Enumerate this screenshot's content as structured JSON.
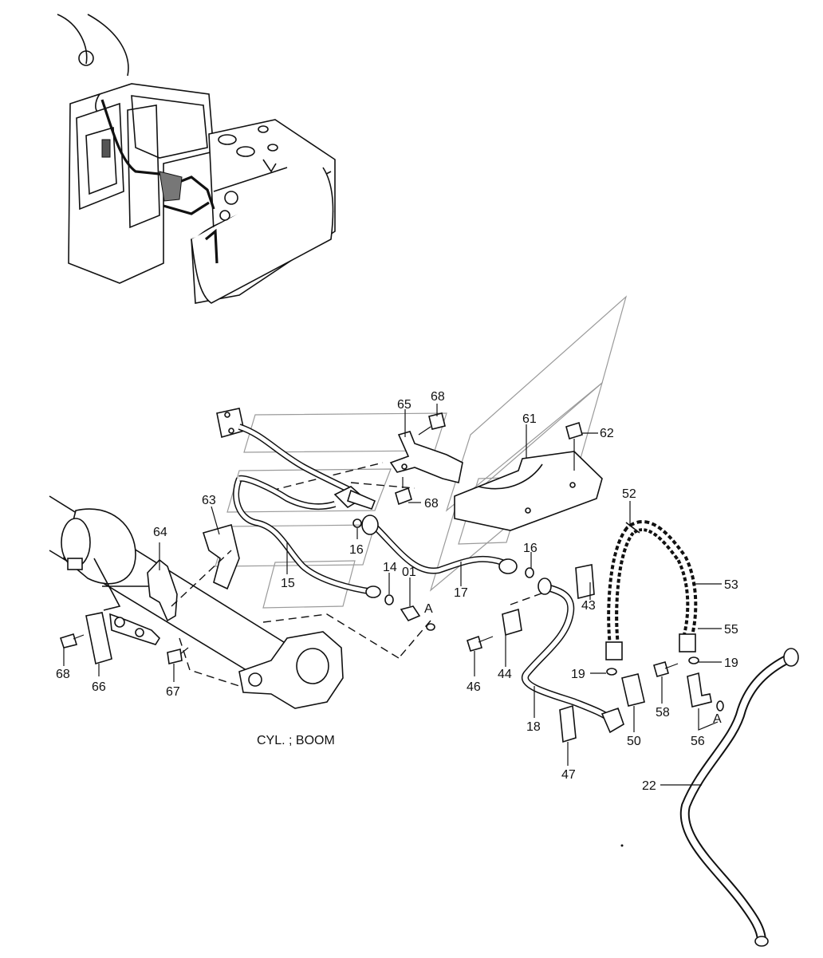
{
  "caption": "CYL. ; BOOM",
  "callouts": [
    {
      "id": "c68a",
      "text": "68"
    },
    {
      "id": "c65",
      "text": "65"
    },
    {
      "id": "c61",
      "text": "61"
    },
    {
      "id": "c62",
      "text": "62"
    },
    {
      "id": "c68b",
      "text": "68"
    },
    {
      "id": "c52",
      "text": "52"
    },
    {
      "id": "c63",
      "text": "63"
    },
    {
      "id": "c64",
      "text": "64"
    },
    {
      "id": "c16a",
      "text": "16"
    },
    {
      "id": "c16b",
      "text": "16"
    },
    {
      "id": "c15",
      "text": "15"
    },
    {
      "id": "c14",
      "text": "14"
    },
    {
      "id": "c01",
      "text": "01"
    },
    {
      "id": "cA1",
      "text": "A"
    },
    {
      "id": "c17",
      "text": "17"
    },
    {
      "id": "c53",
      "text": "53"
    },
    {
      "id": "c43",
      "text": "43"
    },
    {
      "id": "c55",
      "text": "55"
    },
    {
      "id": "c68c",
      "text": "68"
    },
    {
      "id": "c66",
      "text": "66"
    },
    {
      "id": "c67",
      "text": "67"
    },
    {
      "id": "c46",
      "text": "46"
    },
    {
      "id": "c44",
      "text": "44"
    },
    {
      "id": "c19a",
      "text": "19"
    },
    {
      "id": "c19b",
      "text": "19"
    },
    {
      "id": "c58",
      "text": "58"
    },
    {
      "id": "c18",
      "text": "18"
    },
    {
      "id": "c50",
      "text": "50"
    },
    {
      "id": "cA2",
      "text": "A"
    },
    {
      "id": "c56",
      "text": "56"
    },
    {
      "id": "c47",
      "text": "47"
    },
    {
      "id": "c22",
      "text": "22"
    }
  ]
}
